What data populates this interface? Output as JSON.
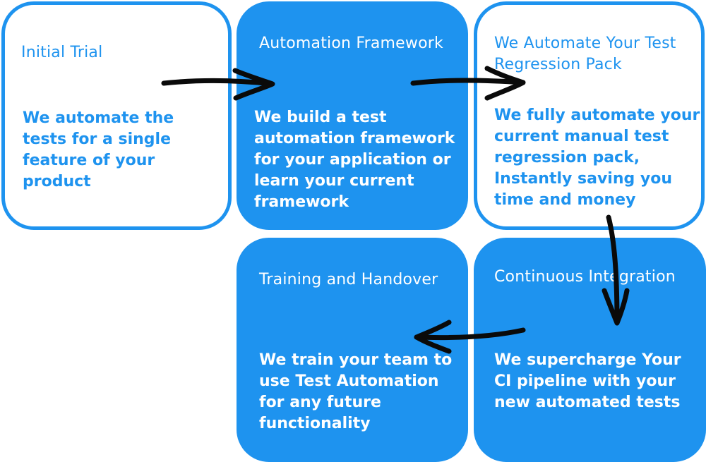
{
  "steps": [
    {
      "title": "Initial Trial",
      "body": "We automate the tests for a single feature of your product"
    },
    {
      "title": "Automation Framework",
      "body": "We build a test automation framework for your application or learn your current framework"
    },
    {
      "title": "We Automate Your Test Regression Pack",
      "body": "We fully automate your current manual test regression pack, Instantly saving you time and money"
    },
    {
      "title": "Continuous Integration",
      "body": "We supercharge Your CI pipeline with your new automated tests"
    },
    {
      "title": "Training and Handover",
      "body": "We train your team to use Test Automation for any future functionality"
    }
  ],
  "colors": {
    "accent": "#1e93ef",
    "arrow": "#0a0a0a",
    "background": "#ffffff"
  }
}
